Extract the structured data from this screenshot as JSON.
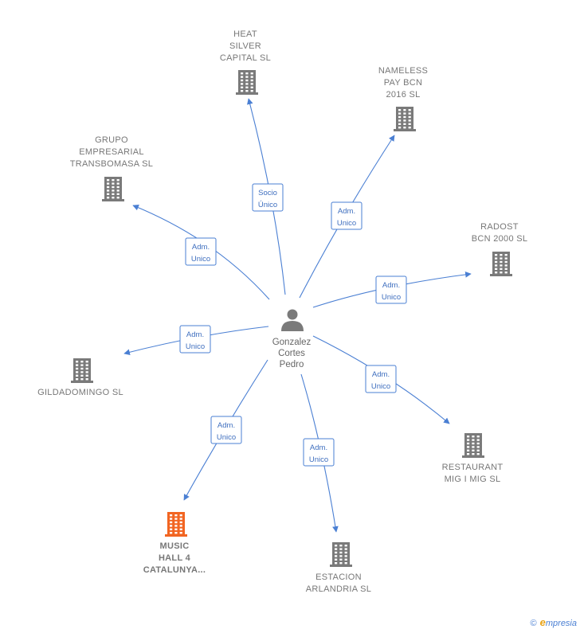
{
  "center": {
    "name_lines": [
      "Gonzalez",
      "Cortes",
      "Pedro"
    ],
    "icon": "person-icon"
  },
  "companies": [
    {
      "id": "heat",
      "label_lines": [
        "HEAT",
        "SILVER",
        "CAPITAL SL"
      ],
      "icon": "building-icon",
      "highlight": false
    },
    {
      "id": "nameless",
      "label_lines": [
        "NAMELESS",
        "PAY BCN",
        "2016  SL"
      ],
      "icon": "building-icon",
      "highlight": false
    },
    {
      "id": "grupo",
      "label_lines": [
        "GRUPO",
        "EMPRESARIAL",
        "TRANSBOMASA SL"
      ],
      "icon": "building-icon",
      "highlight": false
    },
    {
      "id": "radost",
      "label_lines": [
        "RADOST",
        "BCN 2000  SL"
      ],
      "icon": "building-icon",
      "highlight": false
    },
    {
      "id": "gilda",
      "label_lines": [
        "GILDADOMINGO SL"
      ],
      "icon": "building-icon",
      "highlight": false
    },
    {
      "id": "restaurant",
      "label_lines": [
        "RESTAURANT",
        "MIG I MIG  SL"
      ],
      "icon": "building-icon",
      "highlight": false
    },
    {
      "id": "music",
      "label_lines": [
        "MUSIC",
        "HALL 4",
        "CATALUNYA..."
      ],
      "icon": "building-icon",
      "highlight": true
    },
    {
      "id": "estacion",
      "label_lines": [
        "ESTACION",
        "ARLANDRIA  SL"
      ],
      "icon": "building-icon",
      "highlight": false
    }
  ],
  "edges": [
    {
      "to": "heat",
      "role_lines": [
        "Socio",
        "Único"
      ]
    },
    {
      "to": "nameless",
      "role_lines": [
        "Adm.",
        "Unico"
      ]
    },
    {
      "to": "grupo",
      "role_lines": [
        "Adm.",
        "Unico"
      ]
    },
    {
      "to": "radost",
      "role_lines": [
        "Adm.",
        "Unico"
      ]
    },
    {
      "to": "gilda",
      "role_lines": [
        "Adm.",
        "Unico"
      ]
    },
    {
      "to": "restaurant",
      "role_lines": [
        "Adm.",
        "Unico"
      ]
    },
    {
      "to": "music",
      "role_lines": [
        "Adm.",
        "Unico"
      ]
    },
    {
      "to": "estacion",
      "role_lines": [
        "Adm.",
        "Unico"
      ]
    }
  ],
  "colors": {
    "edge": "#4a7fd3",
    "building": "#7a7a7a",
    "building_highlight": "#f26522",
    "person": "#7a7a7a",
    "label": "#777777"
  },
  "footer": {
    "copyright": "©",
    "brand_first": "e",
    "brand_rest": "mpresia"
  }
}
